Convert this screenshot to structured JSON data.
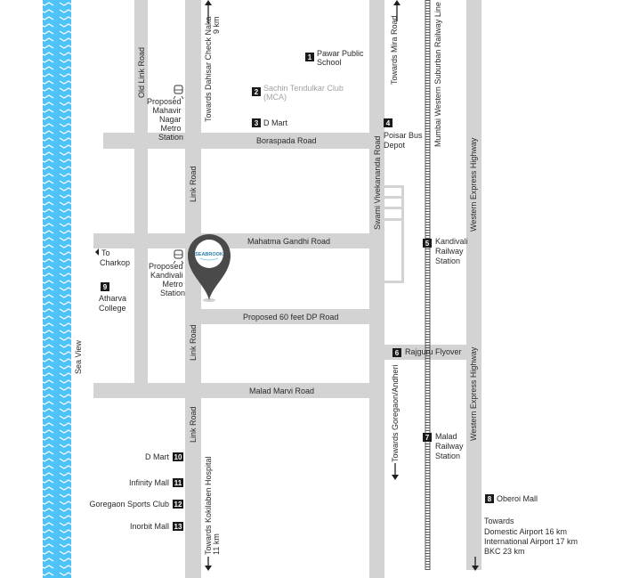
{
  "colors": {
    "road": "#d3d3d3",
    "sea": "#4fc3f7",
    "label": "#2a2a2a",
    "marker": "#4a4a4a",
    "badge": "#1a1a1a"
  },
  "icons": {
    "marker": "location-pin-icon",
    "metro": "metro-train-icon",
    "arrow": "direction-arrow-icon"
  },
  "roads": {
    "old_link_road": "Old Link Road",
    "towards_dahisar": "Towards Dahisar Check Naka",
    "dahisar_distance": "9 km",
    "towards_mira": "Towards Mira Road",
    "mumbai_railway": "Mumbai Western Suburban Railway Line",
    "boraspada": "Boraspada Road",
    "link_road_1": "Link Road",
    "link_road_2": "Link Road",
    "link_road_3": "Link Road",
    "swami_vivekananda": "Swami Vivekananda Road",
    "western_express_1": "Western Express Highway",
    "western_express_2": "Western Express Highway",
    "mahatma_gandhi": "Mahatma Gandhi Road",
    "dp_road": "Proposed 60 feet DP Road",
    "malad_marvi": "Malad Marvi Road",
    "towards_goregaon": "Towards Goregaon/Andheri",
    "towards_kokilaben": "Towards Kokilaben Hospital",
    "kokilaben_distance": "11 km",
    "sea_view": "Sea View"
  },
  "stations": {
    "mahavir": [
      "Proposed",
      "Mahavir",
      "Nagar",
      "Metro",
      "Station"
    ],
    "kandivali_metro": [
      "Proposed",
      "Kandivali",
      "Metro",
      "Station"
    ]
  },
  "to_charkop": [
    "To",
    "Charkop"
  ],
  "marker_logo": "SEABROOK",
  "landmarks": [
    {
      "num": "1",
      "lines": [
        "Pawar Public",
        "School"
      ]
    },
    {
      "num": "2",
      "lines": [
        "Sachin Tendulkar Club",
        "(MCA)"
      ]
    },
    {
      "num": "3",
      "lines": [
        "D Mart"
      ]
    },
    {
      "num": "4",
      "lines": [
        "Poisar Bus",
        "Depot"
      ]
    },
    {
      "num": "5",
      "lines": [
        "Kandivali",
        "Railway",
        "Station"
      ]
    },
    {
      "num": "6",
      "lines": [
        "Rajguru Flyover"
      ]
    },
    {
      "num": "7",
      "lines": [
        "Malad",
        "Railway",
        "Station"
      ]
    },
    {
      "num": "8",
      "lines": [
        "Oberoi Mall"
      ]
    },
    {
      "num": "9",
      "lines": [
        "Atharva",
        "College"
      ]
    },
    {
      "num": "10",
      "lines": [
        "D Mart"
      ]
    },
    {
      "num": "11",
      "lines": [
        "Infinity Mall"
      ]
    },
    {
      "num": "12",
      "lines": [
        "Goregaon Sports Club"
      ]
    },
    {
      "num": "13",
      "lines": [
        "Inorbit Mall"
      ]
    }
  ],
  "towards_airport": [
    "Towards",
    "Domestic Airport 16 km",
    "International Airport 17 km",
    "BKC 23 km"
  ]
}
